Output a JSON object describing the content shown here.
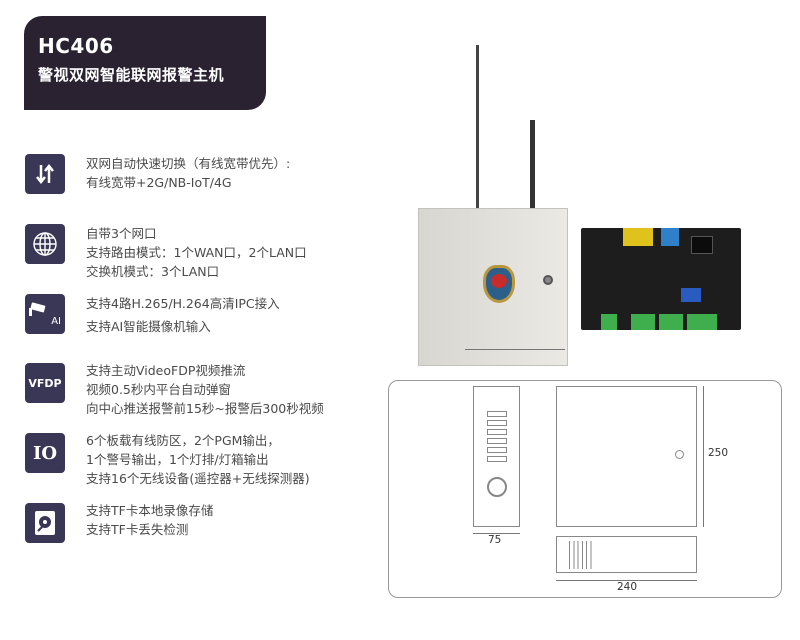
{
  "header": {
    "model": "HC406",
    "product_name": "警视双网智能联网报警主机"
  },
  "features": [
    {
      "icon": "network-switch-icon",
      "lines": [
        "双网自动快速切换（有线宽带优先）:",
        "有线宽带+2G/NB-IoT/4G"
      ]
    },
    {
      "icon": "globe-icon",
      "lines": [
        "自带3个网口",
        "支持路由模式：1个WAN口，2个LAN口",
        "交换机模式：3个LAN口"
      ]
    },
    {
      "icon": "ai-camera-icon",
      "icon_text": "AI",
      "lines": [
        "支持4路H.265/H.264高清IPC接入",
        "支持AI智能摄像机输入"
      ]
    },
    {
      "icon": "vfdp-icon",
      "icon_text": "VFDP",
      "lines": [
        "支持主动VideoFDP视频推流",
        "视频0.5秒内平台自动弹窗",
        "向中心推送报警前15秒~报警后300秒视频"
      ]
    },
    {
      "icon": "io-icon",
      "icon_text": "IO",
      "lines": [
        "6个板载有线防区，2个PGM输出，",
        "1个警号输出，1个灯排/灯箱输出",
        "支持16个无线设备(遥控器+无线探测器)"
      ]
    },
    {
      "icon": "tf-card-storage-icon",
      "lines": [
        "支持TF卡本地录像存储",
        "支持TF卡丢失检测"
      ]
    }
  ],
  "dimensions": {
    "depth": "75",
    "height": "250",
    "width": "240"
  }
}
